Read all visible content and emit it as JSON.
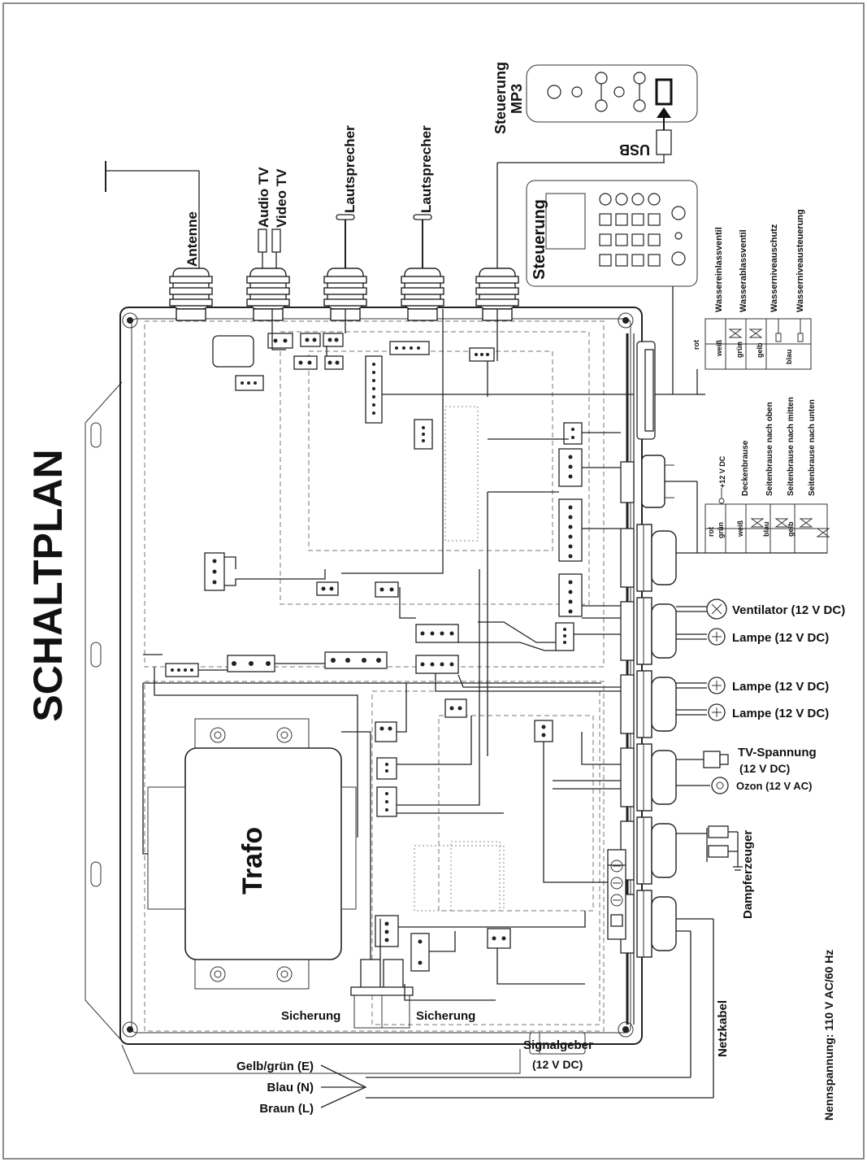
{
  "title": "SCHALTPLAN",
  "top_labels": {
    "antenne": "Antenne",
    "audio_tv": "Audio TV",
    "video_tv": "Video TV",
    "lautsprecher_1": "Lautsprecher",
    "lautsprecher_2": "Lautsprecher",
    "steuerung": "Steuerung",
    "steuerung_mp3": [
      "Steuerung",
      "MP3"
    ],
    "usb": "USB"
  },
  "valve_block_1": {
    "colors": [
      "rot",
      "weiß",
      "grün",
      "gelb",
      "blau"
    ],
    "labels": [
      "Wassereinlassventil",
      "Wasserablassventil",
      "Wasserniveauschutz",
      "Wasserniveausteuerung"
    ]
  },
  "valve_block_2": {
    "colors": [
      "rot",
      "grün",
      "weiß",
      "blau",
      "gelb"
    ],
    "labels": [
      "+12 V DC",
      "Deckenbrause",
      "Seitenbrause nach oben",
      "Seitenbrause nach mitten",
      "Seitenbrause nach unten"
    ]
  },
  "right_labels": {
    "ventilator": "Ventilator (12 V DC)",
    "lampe_1": "Lampe (12 V DC)",
    "lampe_2": "Lampe (12 V DC)",
    "lampe_3": "Lampe (12 V DC)",
    "tv_spannung": "TV-Spannung",
    "tv_spannung_v": "(12 V DC)",
    "ozon": "Ozon (12 V AC)",
    "dampferzeuger": "Dampferzeuger",
    "nennspannung": "Nennspannung: 110 V AC/60 Hz",
    "netzkabel": "Netzkabel"
  },
  "bottom_labels": {
    "trafo": "Trafo",
    "sicherung_1": "Sicherung",
    "sicherung_2": "Sicherung",
    "signalgeber": "Signalgeber",
    "signalgeber_v": "(12 V DC)",
    "gelb_gruen": "Gelb/grün (E)",
    "blau": "Blau (N)",
    "braun": "Braun (L)"
  }
}
